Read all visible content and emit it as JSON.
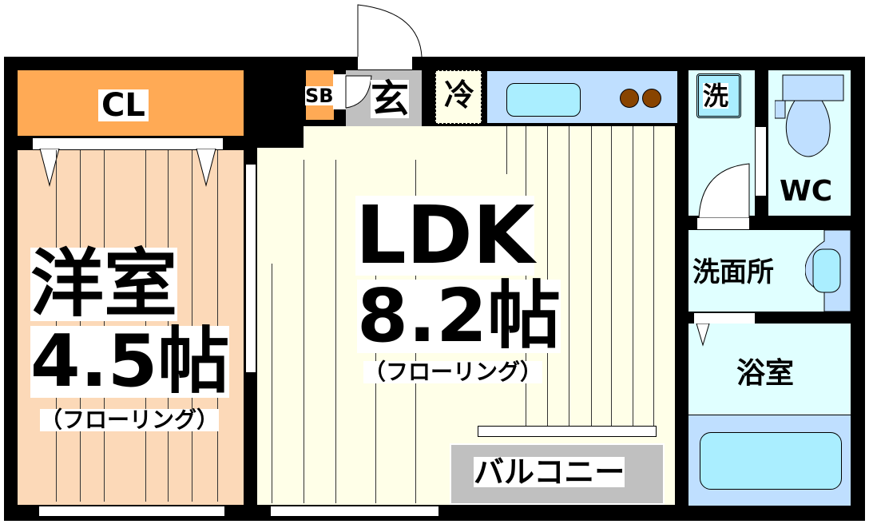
{
  "rooms": {
    "closet": "CL",
    "shoe_box": "SB",
    "entrance": "玄",
    "fridge": "冷",
    "washer": "洗",
    "toilet": "WC",
    "washroom": "洗面所",
    "bathroom": "浴室",
    "balcony": "バルコニー",
    "western_room": {
      "name": "洋室",
      "size": "4.5帖",
      "floor": "（フローリング）"
    },
    "ldk": {
      "name": "LDK",
      "size": "8.2帖",
      "floor": "（フローリング）"
    }
  },
  "colors": {
    "wall": "#000000",
    "closet": "#FFAA55",
    "western_room": "#FCD9B8",
    "ldk": "#FFFFE8",
    "entrance": "#C0C0C0",
    "kitchen": "#BFDFFF",
    "sink": "#AAEEFF",
    "burner": "#884400",
    "wet_area": "#E0FFFF",
    "balcony": "#C0C0C0"
  }
}
